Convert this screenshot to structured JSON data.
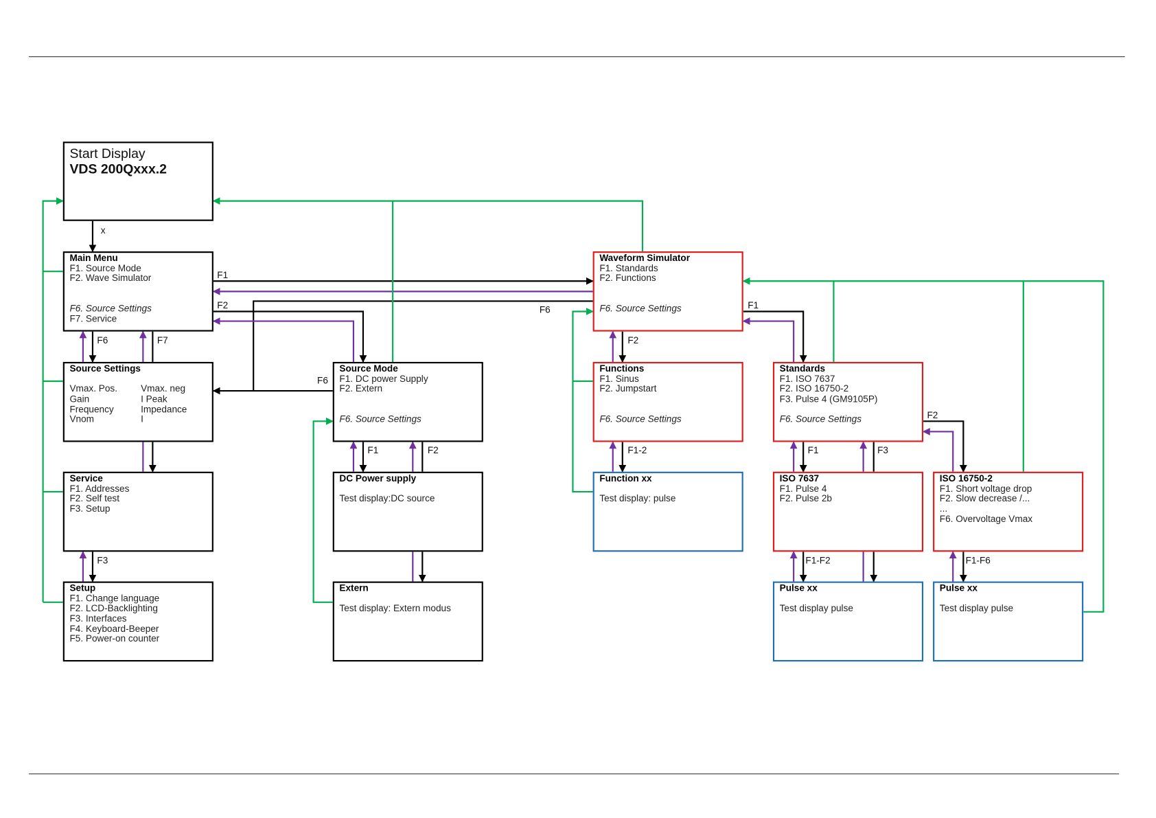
{
  "colors": {
    "forward": "#000000",
    "back": "#7030a0",
    "home": "#00b050",
    "menu_border": "#e31b1b",
    "display_border": "#1f6fb5"
  },
  "boxes": {
    "start": {
      "lines": [
        "Start Display",
        "VDS 200Qxxx.2"
      ]
    },
    "main_menu": {
      "lines": [
        "Main Menu",
        "F1. Source Mode",
        "F2. Wave Simulator",
        "",
        "",
        "F6. Source Settings",
        "F7. Service"
      ]
    },
    "source_settings": {
      "title": "Source Settings",
      "left": [
        "Vmax. Pos.",
        "Gain",
        "Frequency",
        "Vnom"
      ],
      "right": [
        "Vmax. neg",
        "I Peak",
        "Impedance",
        "I"
      ]
    },
    "service": {
      "lines": [
        "Service",
        "F1. Addresses",
        "F2. Self test",
        "F3. Setup"
      ]
    },
    "setup": {
      "lines": [
        "Setup",
        "F1. Change language",
        "F2. LCD-Backlighting",
        "F3. Interfaces",
        "F4. Keyboard-Beeper",
        "F5. Power-on counter"
      ]
    },
    "source_mode": {
      "lines": [
        "Source Mode",
        "F1. DC power Supply",
        "F2. Extern",
        "",
        "",
        "F6. Source Settings"
      ]
    },
    "dc_power": {
      "lines": [
        "DC Power supply",
        "",
        "Test display:DC source"
      ]
    },
    "extern": {
      "lines": [
        "Extern",
        "",
        "Test display: Extern modus"
      ]
    },
    "waveform": {
      "lines": [
        "Waveform Simulator",
        "F1. Standards",
        "F2. Functions",
        "",
        "",
        "F6. Source Settings"
      ]
    },
    "functions": {
      "lines": [
        "Functions",
        "F1. Sinus",
        "F2. Jumpstart",
        "",
        "",
        "F6. Source Settings"
      ]
    },
    "function_xx": {
      "lines": [
        "Function xx",
        "",
        "Test display: pulse"
      ]
    },
    "standards": {
      "lines": [
        "Standards",
        "F1. ISO 7637",
        "F2. ISO 16750-2",
        "F3. Pulse 4 (GM9105P)",
        "",
        "F6. Source Settings"
      ]
    },
    "iso7637": {
      "lines": [
        "ISO 7637",
        "F1. Pulse 4",
        "F2. Pulse 2b"
      ]
    },
    "iso16750": {
      "lines": [
        "ISO 16750-2",
        "F1. Short voltage drop",
        "F2. Slow decrease /...",
        "...",
        "F6. Overvoltage Vmax"
      ]
    },
    "pulse_a": {
      "lines": [
        "Pulse xx",
        "",
        "Test display pulse"
      ]
    },
    "pulse_b": {
      "lines": [
        "Pulse xx",
        "",
        "Test display pulse"
      ]
    }
  },
  "labels": {
    "x": "x",
    "main_f1": "F1",
    "main_f2": "F2",
    "main_f6": "F6",
    "main_f7": "F7",
    "service_f3": "F3",
    "mode_f6": "F6",
    "wave_f6": "F6",
    "mode_f1": "F1",
    "mode_f2": "F2",
    "wave_f2": "F2",
    "func_f12": "F1-2",
    "wave_f1": "F1",
    "std_f1": "F1",
    "std_f3": "F3",
    "std_f2": "F2",
    "iso7637_f1f2": "F1-F2",
    "iso16750_f1f6": "F1-F6"
  }
}
